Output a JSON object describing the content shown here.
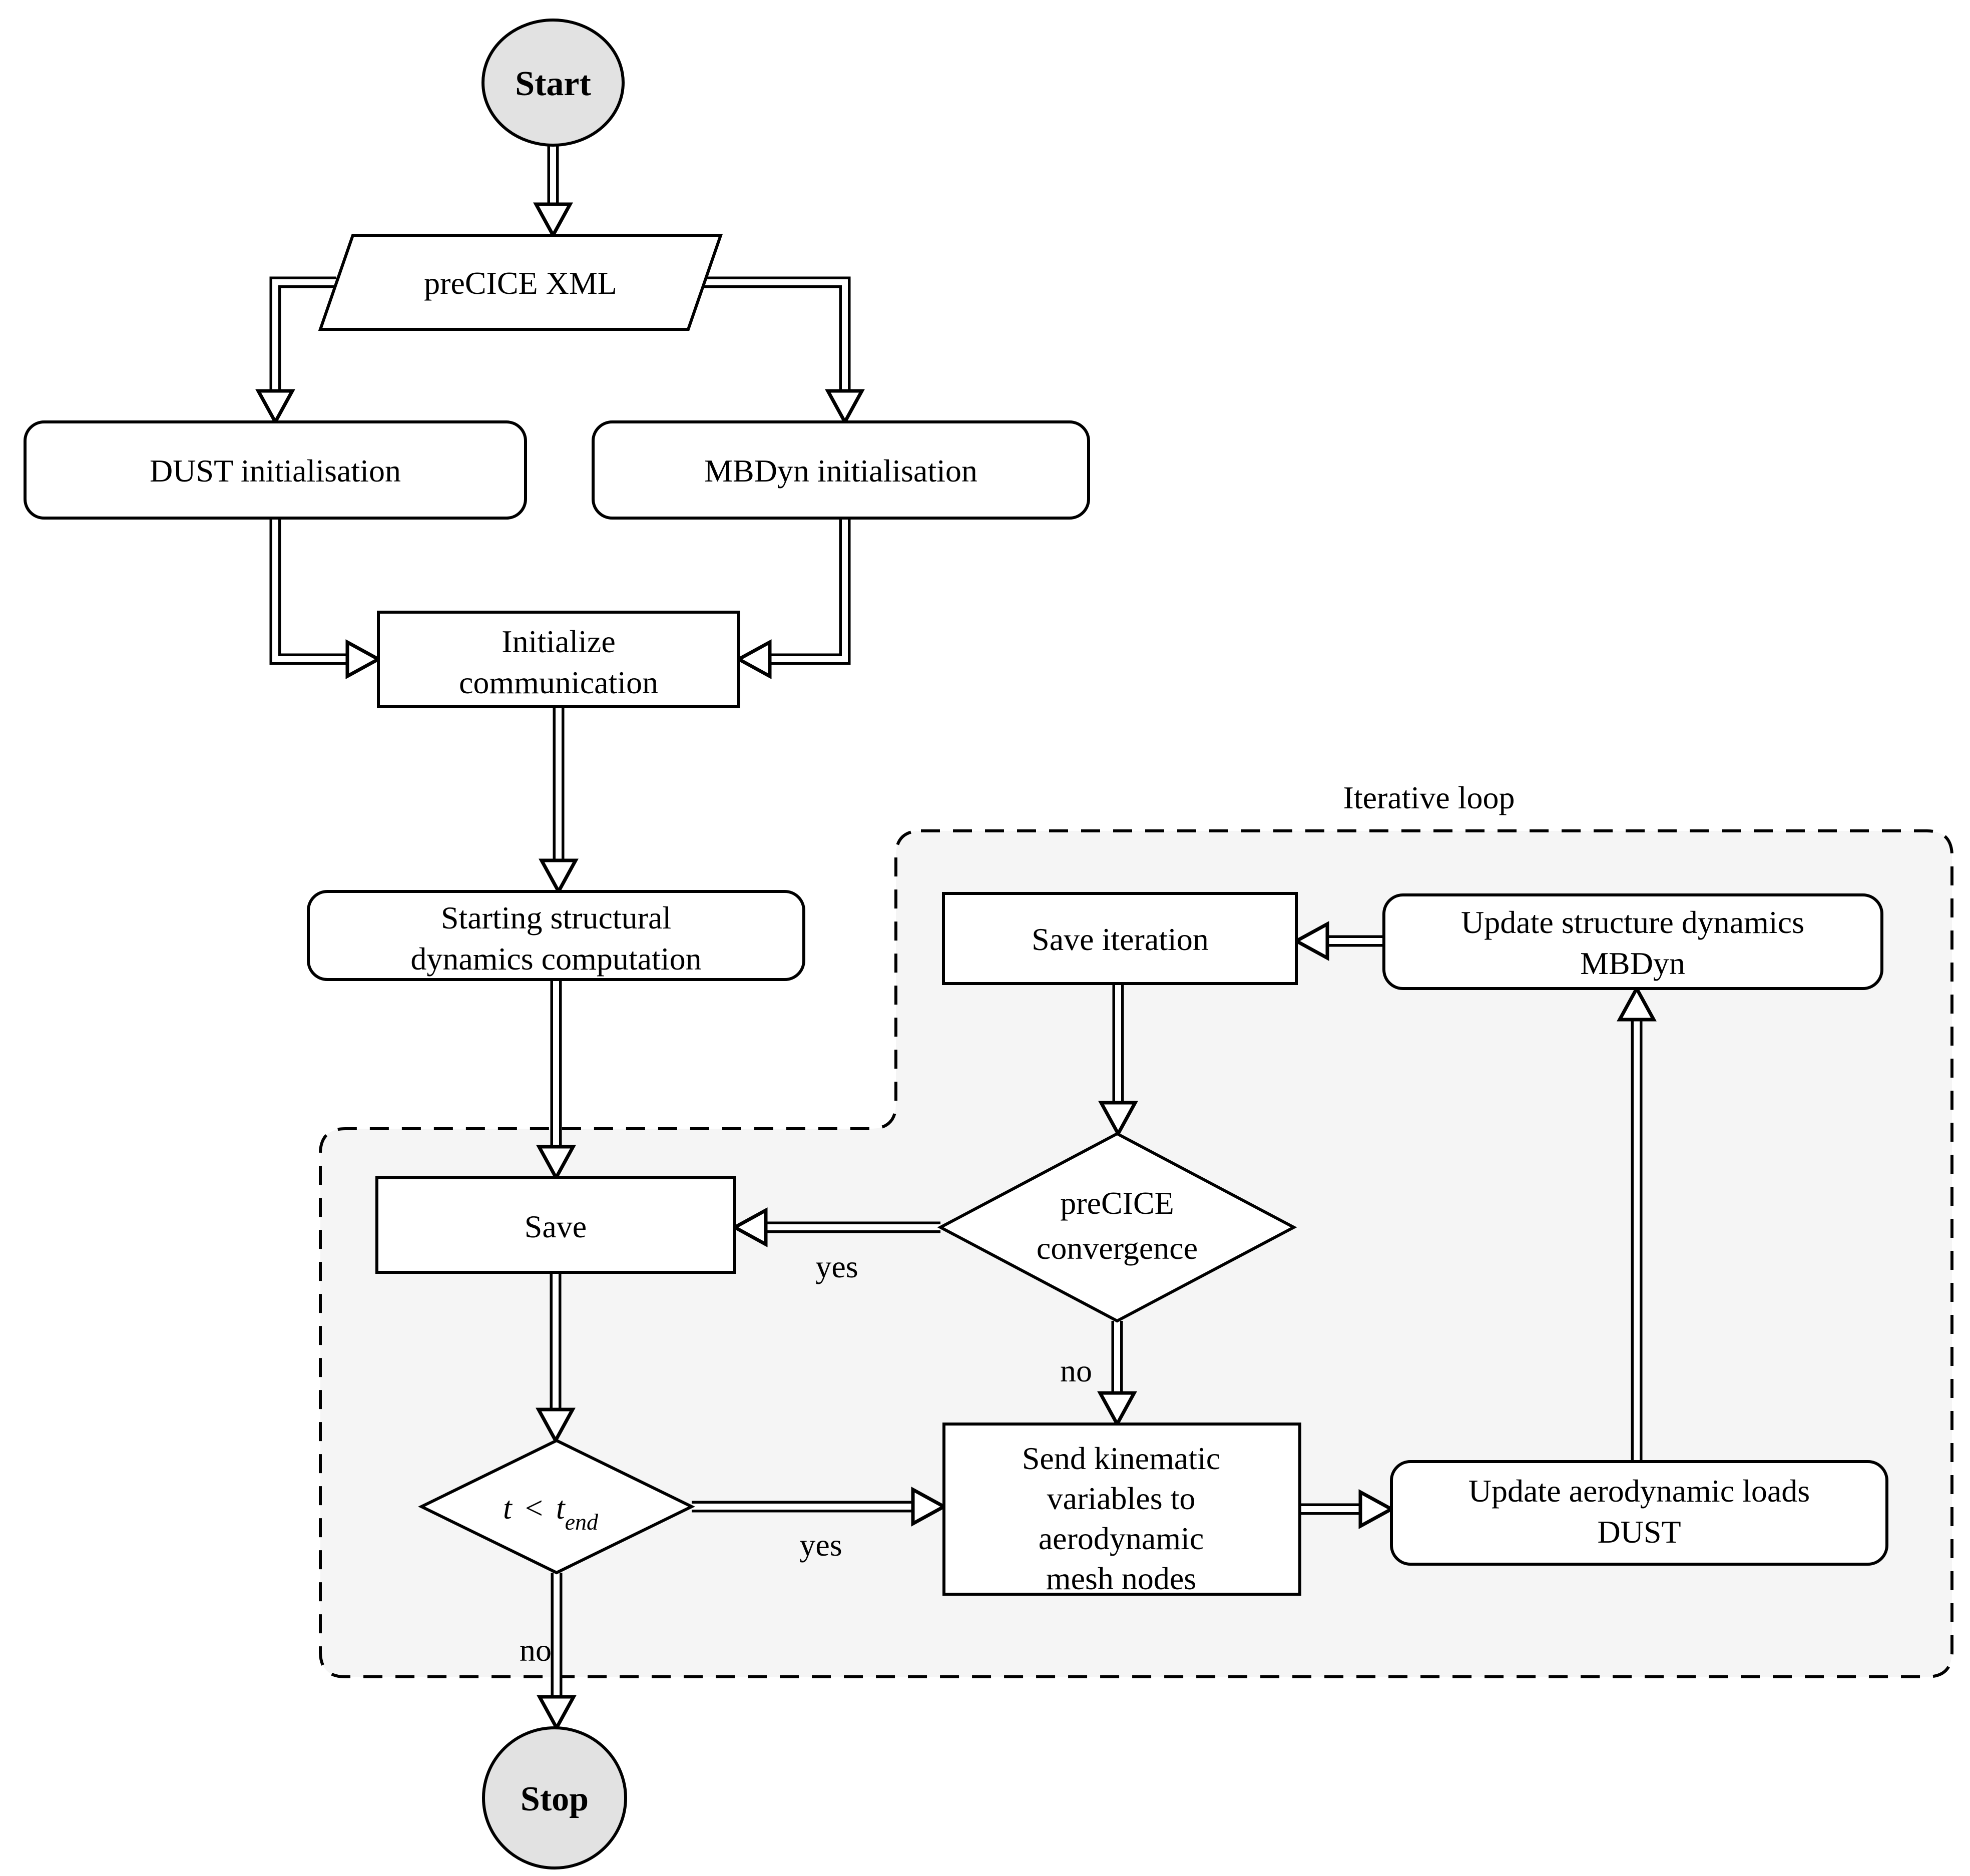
{
  "diagram": {
    "region_label": "Iterative loop",
    "colors": {
      "stroke": "#000000",
      "terminal_fill": "#e2e2e2",
      "node_fill": "#ffffff",
      "region_fill": "#f5f5f5",
      "background": "#ffffff"
    },
    "nodes": {
      "start": {
        "label": "Start"
      },
      "precice_xml": {
        "label": "preCICE XML"
      },
      "dust_init": {
        "label": "DUST initialisation"
      },
      "mbdyn_init": {
        "label": "MBDyn initialisation"
      },
      "init_comm": {
        "line1": "Initialize",
        "line2": "communication"
      },
      "start_struct": {
        "line1": "Starting structural",
        "line2": "dynamics computation"
      },
      "save_iteration": {
        "label": "Save iteration"
      },
      "update_struct": {
        "line1": "Update structure dynamics",
        "line2": "MBDyn"
      },
      "precice_conv": {
        "line1": "preCICE",
        "line2": "convergence"
      },
      "save": {
        "label": "Save"
      },
      "t_check": {
        "var1": "t",
        "op": "<",
        "var2": "t",
        "sub": "end"
      },
      "send_kinematic": {
        "line1": "Send kinematic",
        "line2": "variables to",
        "line3": "aerodynamic",
        "line4": "mesh nodes"
      },
      "update_aero": {
        "line1": "Update aerodynamic loads",
        "line2": "DUST"
      },
      "stop": {
        "label": "Stop"
      }
    },
    "edge_labels": {
      "t_yes": "yes",
      "t_no": "no",
      "conv_yes": "yes",
      "conv_no": "no"
    }
  }
}
